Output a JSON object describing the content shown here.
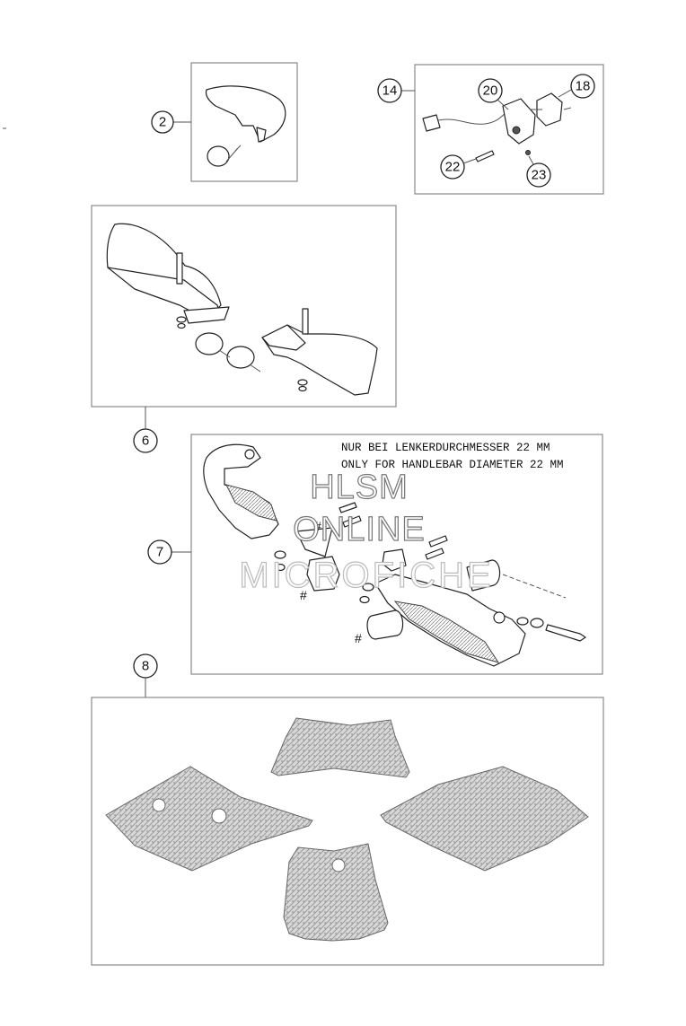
{
  "callouts": {
    "c2": "2",
    "c14": "14",
    "c20": "20",
    "c18": "18",
    "c22": "22",
    "c23": "23",
    "c6": "6",
    "c7": "7",
    "c8": "8"
  },
  "note": {
    "line1": "NUR BEI LENKERDURCHMESSER 22 MM",
    "line2": "ONLY FOR HANDLEBAR DIAMETER 22 MM"
  },
  "hash_mark": "#",
  "watermark": {
    "line1": "HLSM",
    "line2": "ONLINE",
    "line3": "MICROFICHE"
  }
}
